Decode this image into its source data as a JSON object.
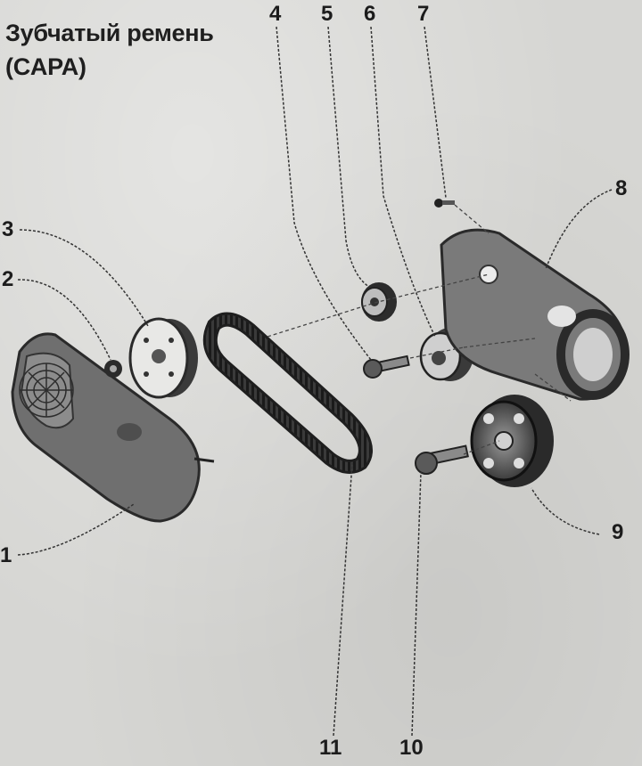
{
  "title": {
    "line1": "Зубчатый ремень",
    "line2": "(CAPA)"
  },
  "callouts": {
    "c1": "1",
    "c2": "2",
    "c3": "3",
    "c4": "4",
    "c5": "5",
    "c6": "6",
    "c7": "7",
    "c8": "8",
    "c9": "9",
    "c10": "10",
    "c11": "11"
  }
}
